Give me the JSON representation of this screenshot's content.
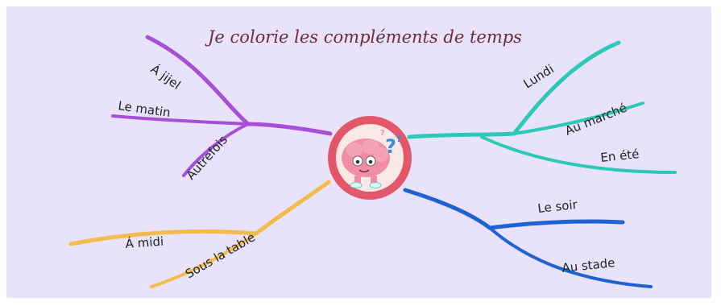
{
  "title": "Je colorie les compléments de temps",
  "colors": {
    "background": "#e8e3fb",
    "title": "#6e2a3a",
    "purple": "#a84fd8",
    "teal": "#2cc9b8",
    "blue": "#1f62d6",
    "yellow": "#f4bb4a",
    "center_ring": "#e2586a",
    "center_fill": "#fbe9e7",
    "brain": "#f08fa4"
  },
  "center_icon": "brain-with-question-marks-icon",
  "branches": {
    "purple": {
      "labels": [
        "Á jijel",
        "Le matin",
        "Autrefois"
      ]
    },
    "teal": {
      "labels": [
        "Lundi",
        "Au marché",
        "En été"
      ]
    },
    "blue": {
      "labels": [
        "Le soir",
        "Au stade"
      ]
    },
    "yellow": {
      "labels": [
        "Á midi",
        "Sous la table"
      ]
    }
  }
}
